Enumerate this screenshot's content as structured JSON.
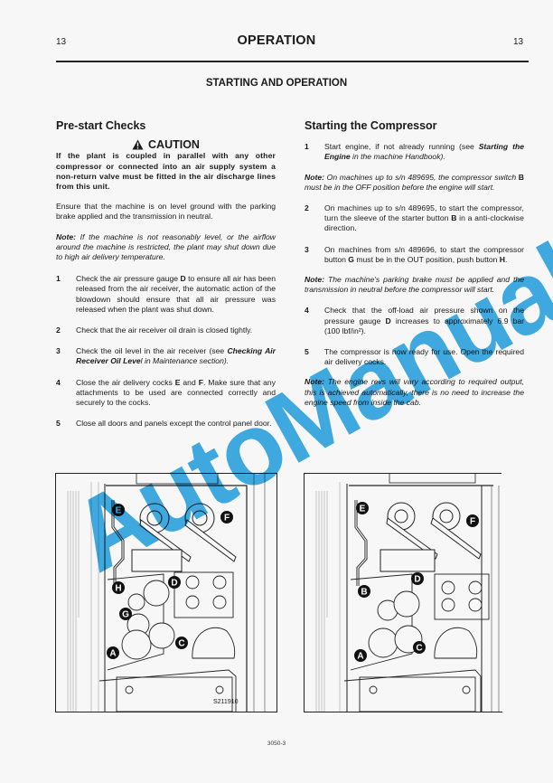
{
  "header": {
    "page_left": "13",
    "title": "OPERATION",
    "page_right": "13"
  },
  "subtitle": "STARTING AND OPERATION",
  "left_column": {
    "heading": "Pre-start Checks",
    "caution": {
      "icon": "warning-triangle-icon",
      "label": "CAUTION",
      "text": "If the plant is coupled in parallel with any other compressor or connected into an air supply system a non-return valve must be fitted in the air discharge lines from this unit."
    },
    "intro": "Ensure that the machine is on level ground with the parking brake applied and the transmission in neutral.",
    "note": {
      "label": "Note:",
      "text": " If the machine is not reasonably level, or the airflow around the machine is restricted, the plant may shut down due to high air delivery temperature."
    },
    "steps": [
      {
        "num": "1",
        "pre": "Check the air pressure gauge ",
        "bold": "D",
        "post": " to ensure all air has been released from the air receiver, the automatic action of the blowdown should ensure that all air pressure was released when the plant was shut down."
      },
      {
        "num": "2",
        "text": "Check that the air receiver oil drain is closed tightly."
      },
      {
        "num": "3",
        "pre": "Check the oil level in the air receiver (see ",
        "bold": "Checking Air Receiver Oil Leve",
        "post": "l in Maintenance section)."
      },
      {
        "num": "4",
        "pre": "Close the air delivery cocks ",
        "bold": "E",
        "mid": " and ",
        "bold2": "F",
        "post": ". Make sure that any attachments to be used are connected correctly and securely to the cocks."
      },
      {
        "num": "5",
        "text": "Close all doors and panels except the control panel door."
      }
    ]
  },
  "right_column": {
    "heading": "Starting the Compressor",
    "step1": {
      "num": "1",
      "pre": "Start engine, if not already running (see ",
      "bold": "Starting the Engine",
      "post": " in the machine Handbook)."
    },
    "note1": {
      "label": "Note:",
      "pre": " On machines up to s/n 489695, the compressor switch ",
      "bold": "B",
      "post": " must be in the OFF position before the engine will start."
    },
    "step2": {
      "num": "2",
      "pre": "On machines up to s/n 489695, to start the compressor, turn the sleeve of the starter button ",
      "bold": "B",
      "post": " in a anti-clockwise direction."
    },
    "step3": {
      "num": "3",
      "pre": "On machines from s/n 489696, to start the compressor button ",
      "bold": "G",
      "mid": " must be in the OUT position, push button ",
      "bold2": "H",
      "post": "."
    },
    "note2": {
      "label": "Note:",
      "text": " The machine's parking brake must be applied and the transmission in neutral before the compressor will start."
    },
    "step4": {
      "num": "4",
      "pre": "Check that the off-load air pressure shown on the pressure gauge ",
      "bold": "D",
      "post": " increases to approximately 6.9 bar (100 lbf/in²)."
    },
    "step5": {
      "num": "5",
      "text": "The compressor is now ready for use.  Open the required air delivery cocks."
    },
    "note3": {
      "label": "Note:",
      "text": " The engine revs will vary according to required output, this is achieved automatically, there is no need to increase the engine speed from inside the cab."
    }
  },
  "figures": [
    {
      "name": "control-panel-later-machines",
      "code": "S211910",
      "labels": [
        "E",
        "F",
        "H",
        "D",
        "G",
        "A",
        "C"
      ]
    },
    {
      "name": "control-panel-early-machines",
      "labels": [
        "E",
        "F",
        "D",
        "B",
        "A",
        "C"
      ]
    }
  ],
  "watermark": "AutoManual",
  "footer": "3050-3",
  "colors": {
    "watermark": "#1ea0e3",
    "text": "#1a1a1a",
    "background": "#f7f7f7"
  }
}
